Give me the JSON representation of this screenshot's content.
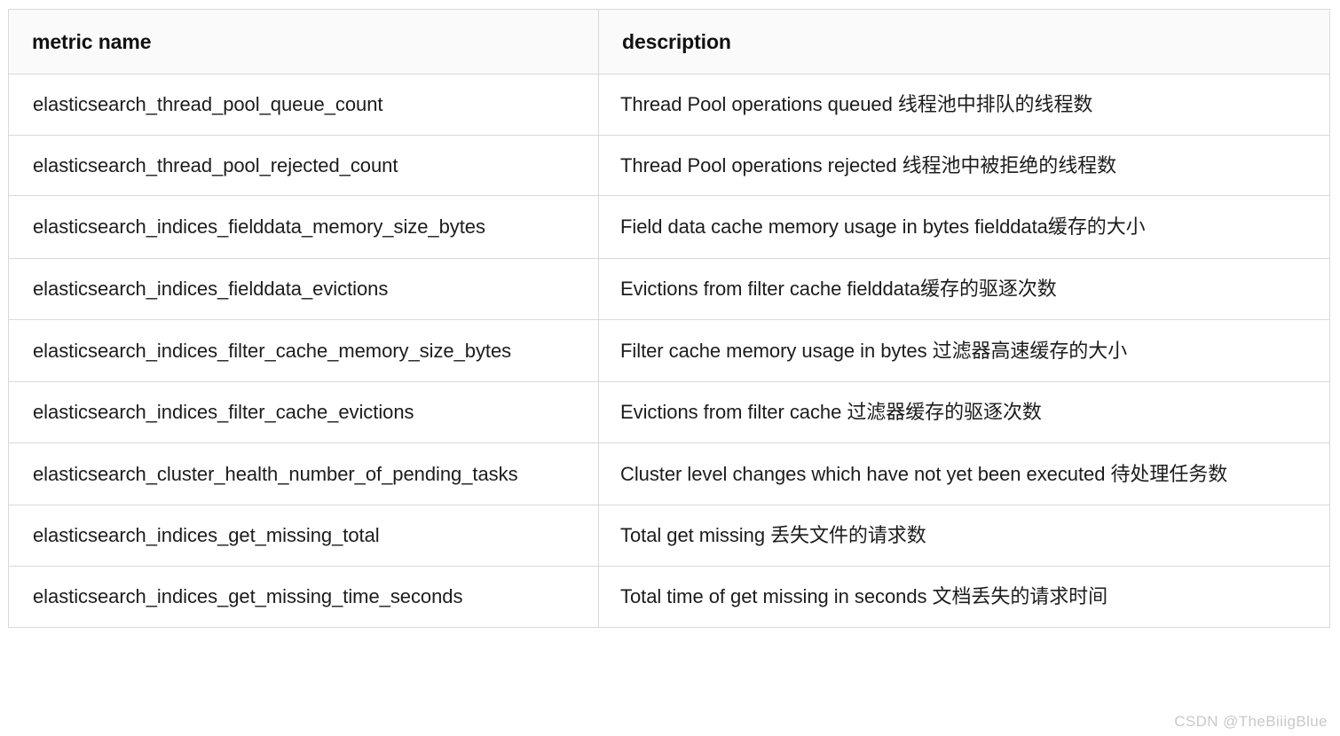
{
  "table": {
    "columns": [
      {
        "key": "metric",
        "label": "metric name"
      },
      {
        "key": "description",
        "label": "description"
      }
    ],
    "rows": [
      {
        "metric": "elasticsearch_thread_pool_queue_count",
        "description": "Thread Pool operations queued 线程池中排队的线程数"
      },
      {
        "metric": "elasticsearch_thread_pool_rejected_count",
        "description": "Thread Pool operations rejected 线程池中被拒绝的线程数"
      },
      {
        "metric": "elasticsearch_indices_fielddata_memory_size_bytes",
        "description": "Field data cache memory usage in bytes fielddata缓存的大小"
      },
      {
        "metric": "elasticsearch_indices_fielddata_evictions",
        "description": "Evictions from filter cache fielddata缓存的驱逐次数"
      },
      {
        "metric": "elasticsearch_indices_filter_cache_memory_size_bytes",
        "description": "Filter cache memory usage in bytes 过滤器高速缓存的大小"
      },
      {
        "metric": "elasticsearch_indices_filter_cache_evictions",
        "description": "Evictions from filter cache 过滤器缓存的驱逐次数"
      },
      {
        "metric": "elasticsearch_cluster_health_number_of_pending_tasks",
        "description": "Cluster level changes which have not yet been executed 待处理任务数"
      },
      {
        "metric": "elasticsearch_indices_get_missing_total",
        "description": "Total get missing 丢失文件的请求数"
      },
      {
        "metric": "elasticsearch_indices_get_missing_time_seconds",
        "description": "Total time of get missing in seconds 文档丢失的请求时间"
      }
    ]
  },
  "watermark": {
    "text": "CSDN @TheBiiigBlue",
    "color": "#c9c9c9"
  },
  "colors": {
    "header_background": "#fafafa",
    "border": "#d9d9d9",
    "text": "#1c1c1c",
    "page_background": "#ffffff"
  }
}
